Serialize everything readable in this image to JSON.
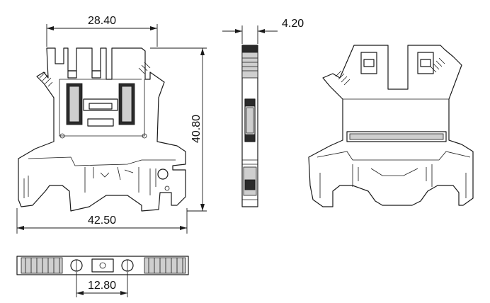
{
  "dimensions": {
    "top_width": "28.40",
    "side_thickness": "4.20",
    "height": "40.80",
    "base_width": "42.50",
    "screw_spacing": "12.80"
  },
  "colors": {
    "line": "#1a1a1a",
    "fill_gray": "#cfcfcf",
    "background": "#ffffff"
  }
}
